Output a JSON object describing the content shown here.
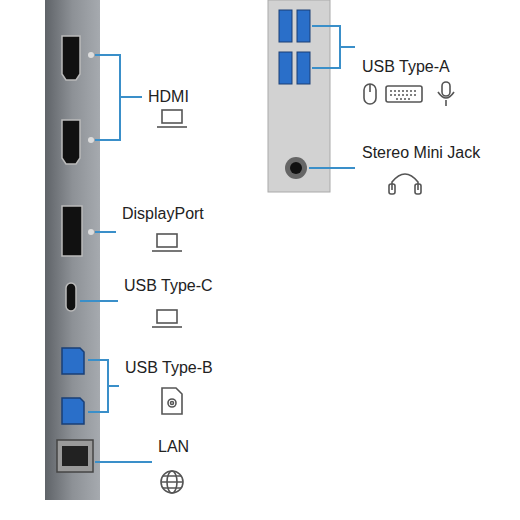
{
  "diagram": {
    "labels": [
      "HDMI",
      "DisplayPort",
      "USB Type-C",
      "USB Type-B",
      "LAN",
      "USB Type-A",
      "Stereo Mini Jack"
    ]
  }
}
